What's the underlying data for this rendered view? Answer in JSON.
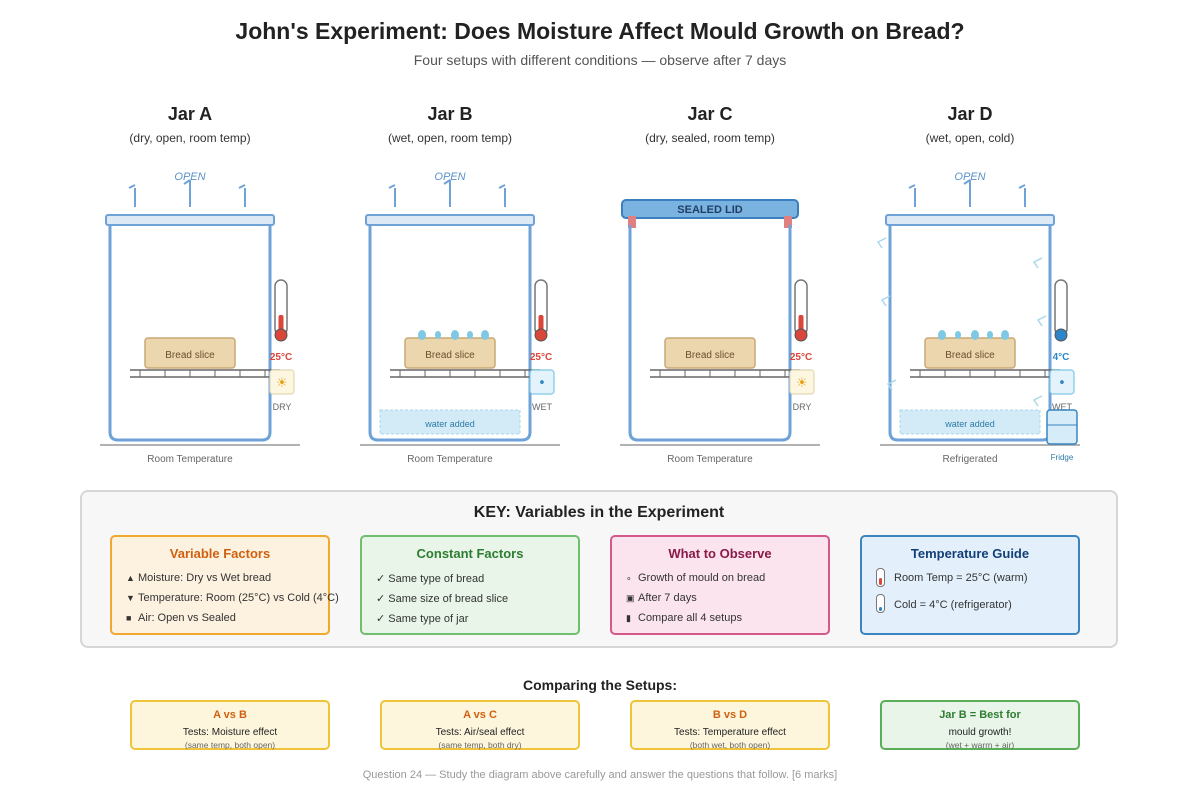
{
  "title": "John's Experiment: Does Moisture Affect Mould Growth on Bread?",
  "subtitle": "Four setups with different conditions — observe after 7 days",
  "jars": [
    {
      "name": "Jar A",
      "conditions": "(dry, open, room temp)",
      "open_label": "OPEN",
      "bread_label": "Bread slice",
      "temp": "25°C",
      "temp_level": "warm",
      "state_label": "DRY",
      "state_icon": "sun-icon",
      "water_label": "",
      "base_label": "Room Temperature"
    },
    {
      "name": "Jar B",
      "conditions": "(wet, open, room temp)",
      "open_label": "OPEN",
      "bread_label": "Bread slice",
      "temp": "25°C",
      "temp_level": "warm",
      "state_label": "WET",
      "state_icon": "water-drop-icon",
      "water_label": "water added",
      "base_label": "Room Temperature"
    },
    {
      "name": "Jar C",
      "conditions": "(dry, sealed, room temp)",
      "lid_label": "SEALED LID",
      "bread_label": "Bread slice",
      "temp": "25°C",
      "temp_level": "warm",
      "state_label": "DRY",
      "state_icon": "sun-icon",
      "water_label": "",
      "base_label": "Room Temperature"
    },
    {
      "name": "Jar D",
      "conditions": "(wet, open, cold)",
      "open_label": "OPEN",
      "bread_label": "Bread slice",
      "temp": "4°C",
      "temp_level": "cold",
      "state_label": "WET",
      "state_icon": "water-drop-icon",
      "water_label": "water added",
      "base_label": "Refrigerated",
      "fridge_label": "Fridge"
    }
  ],
  "key": {
    "title": "KEY: Variables in the Experiment",
    "variable": {
      "title": "Variable Factors",
      "items": [
        "Moisture: Dry vs Wet bread",
        "Temperature: Room (25°C) vs Cold (4°C)",
        "Air: Open vs Sealed"
      ]
    },
    "constant": {
      "title": "Constant Factors",
      "items": [
        "✓ Same type of bread",
        "✓ Same size of bread slice",
        "✓ Same type of jar"
      ]
    },
    "observe": {
      "title": "What to Observe",
      "items": [
        "Growth of mould on bread",
        "After 7 days",
        "Compare all 4 setups"
      ]
    },
    "temperature": {
      "title": "Temperature Guide",
      "items": [
        "Room Temp = 25°C (warm)",
        "Cold = 4°C (refrigerator)"
      ]
    }
  },
  "compare": {
    "title": "Comparing the Setups:",
    "cards": [
      {
        "title": "A vs B",
        "line": "Tests: Moisture effect",
        "sub": "(same temp, both open)"
      },
      {
        "title": "A vs C",
        "line": "Tests: Air/seal effect",
        "sub": "(same temp, both dry)"
      },
      {
        "title": "B vs D",
        "line": "Tests: Temperature effect",
        "sub": "(both wet, both open)"
      },
      {
        "title": "Jar B = Best for",
        "line": "mould growth!",
        "sub": "(wet + warm + air)"
      }
    ]
  },
  "footer": "Question 24 — Study the diagram above carefully and answer the questions that follow. [6 marks]",
  "colors": {
    "jar": "#6fa3d8",
    "warm": "#d9463a",
    "cold": "#2e86c8",
    "bread": "#ecd6ad",
    "water": "#d3ebf6",
    "droplet": "#7ec8e3"
  }
}
